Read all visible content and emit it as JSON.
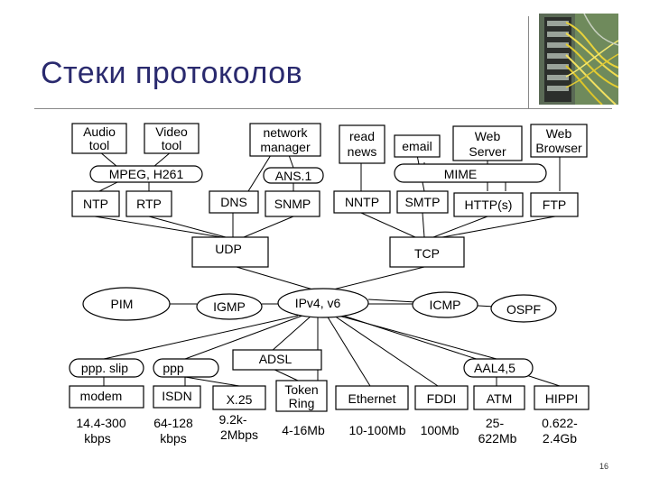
{
  "slide": {
    "title": "Стеки протоколов",
    "page_number": "16"
  },
  "boxes": {
    "audio_tool": [
      "Audio",
      "tool"
    ],
    "video_tool": [
      "Video",
      "tool"
    ],
    "network_manager": [
      "network",
      "manager"
    ],
    "read_news": [
      "read",
      "news"
    ],
    "email": "email",
    "web_server": [
      "Web",
      "Server"
    ],
    "web_browser": [
      "Web",
      "Browser"
    ],
    "mpeg": "MPEG, H261",
    "ans1": "ANS.1",
    "mime": "MIME",
    "ntp": "NTP",
    "rtp": "RTP",
    "dns": "DNS",
    "snmp": "SNMP",
    "nntp": "NNTP",
    "smtp": "SMTP",
    "http": "HTTP(s)",
    "ftp": "FTP",
    "udp": "UDP",
    "tcp": "TCP",
    "pim": "PIM",
    "igmp": "IGMP",
    "ipv4": "IPv4, v6",
    "icmp": "ICMP",
    "ospf": "OSPF",
    "adsl": "ADSL",
    "ppp_slip": "ppp. slip",
    "ppp": "ppp",
    "aal": "AAL4,5",
    "modem": "modem",
    "isdn": "ISDN",
    "x25": "X.25",
    "token_ring": [
      "Token",
      "Ring"
    ],
    "ethernet": "Ethernet",
    "fddi": "FDDI",
    "atm": "ATM",
    "hippi": "HIPPI"
  },
  "speeds": {
    "modem": [
      "14.4-300",
      "kbps"
    ],
    "isdn": [
      "64-128",
      "kbps"
    ],
    "x25": [
      "9.2k-",
      "2Mbps"
    ],
    "token_ring": "4-16Mb",
    "ethernet": "10-100Mb",
    "fddi": "100Mb",
    "atm": [
      "25-",
      "622Mb"
    ],
    "hippi": [
      "0.622-",
      "2.4Gb"
    ]
  }
}
